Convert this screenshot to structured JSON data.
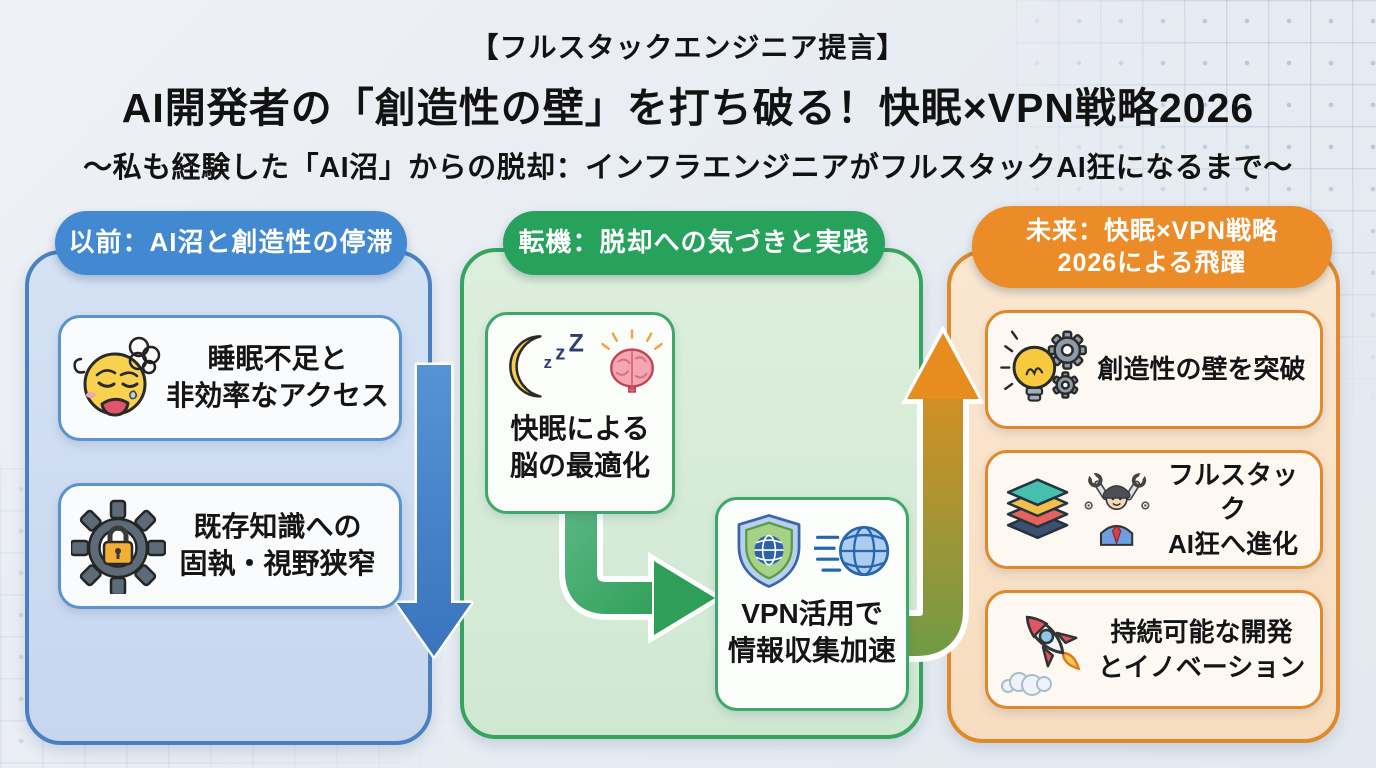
{
  "title": {
    "line1": "【フルスタックエンジニア提言】",
    "line2": "AI開発者の「創造性の壁」を打ち破る！快眠×VPN戦略2026",
    "line3": "～私も経験した「AI沼」からの脱却：インフラエンジニアがフルスタックAI狂になるまで～"
  },
  "columns": {
    "past": {
      "header": "以前：AI沼と創造性の停滞",
      "accent_color": "#4289d2",
      "panel_color": "#cfdded",
      "cards": [
        {
          "icon": "tired-face-icon",
          "line1": "睡眠不足と",
          "line2": "非効率なアクセス"
        },
        {
          "icon": "gear-lock-icon",
          "line1": "既存知識への",
          "line2": "固執・視野狭窄"
        }
      ]
    },
    "turning": {
      "header": "転機：脱却への気づきと実践",
      "accent_color": "#27a25d",
      "panel_color": "#d8ecd8",
      "cards": [
        {
          "icons": [
            "moon-zzz-icon",
            "brain-icon"
          ],
          "line1": "快眠による",
          "line2": "脳の最適化"
        },
        {
          "icons": [
            "shield-globe-icon",
            "speed-globe-icon"
          ],
          "line1": "VPN活用で",
          "line2": "情報収集加速"
        }
      ]
    },
    "future": {
      "header_line1": "未来：快眠×VPN戦略",
      "header_line2": "2026による飛躍",
      "accent_color": "#ec8c28",
      "panel_color": "#fae3ca",
      "cards": [
        {
          "icon": "bulb-gears-icon",
          "line1": "創造性の壁を突破"
        },
        {
          "icons": [
            "layers-icon",
            "engineer-icon"
          ],
          "line1": "フルスタック",
          "line2": "AI狂へ進化"
        },
        {
          "icon": "rocket-icon",
          "line1": "持続可能な開発",
          "line2": "とイノベーション"
        }
      ]
    }
  },
  "arrows": {
    "past_down": {
      "direction": "down",
      "color": "#4383c9"
    },
    "turning_elbow": {
      "direction": "down-right",
      "color": "#35a763"
    },
    "to_future_up": {
      "direction": "right-up",
      "gradient_bottom": "#6f9b46",
      "gradient_top": "#e78c1f"
    }
  }
}
